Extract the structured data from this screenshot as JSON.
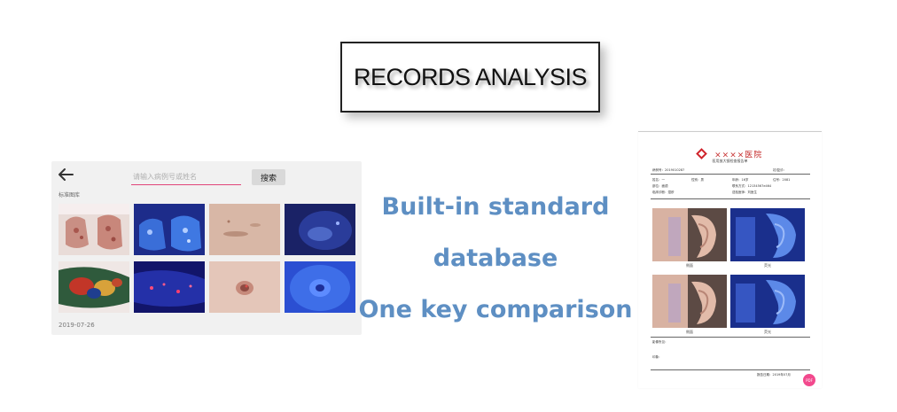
{
  "title": "RECORDS ANALYSIS",
  "app": {
    "search_placeholder": "请输入病例号或姓名",
    "search_button": "搜索",
    "library_label": "标准图库",
    "date": "2019-07-26"
  },
  "center": {
    "line1": "Built-in standard",
    "line2": "database",
    "line3": "One key comparison"
  },
  "report": {
    "hospital_name": "××××医院",
    "subtitle": "医用放大镜检查报告单",
    "fields": {
      "case_no": "病例号：",
      "case_no_value": "2019010287",
      "date_label": "初/复诊：",
      "name": "姓名：",
      "name_value": "一",
      "gender": "性别：",
      "gender_value": "男",
      "age": "年龄：",
      "age_value": "16岁",
      "number": "住号：",
      "number_value": "2081",
      "dept": "部位：",
      "dept_value": "面颈",
      "phone": "联系方式：",
      "phone_value": "12134567e464",
      "diagnosis": "临床诊断：",
      "diagnosis_value": "湿疹",
      "doctor": "送检医师：",
      "doctor_value": "刘医生",
      "findings": "影像所见：",
      "conclusion": "印象：",
      "report_date": "报告日期：",
      "report_date_value": "2019年07月"
    },
    "captions": [
      "侧面",
      "荧光",
      "侧面",
      "荧光"
    ],
    "badge": "PDF"
  },
  "colors": {
    "center_text": "#5e8fc3",
    "search_underline": "#e0457a",
    "hospital_red": "#c52b2b",
    "badge_pink": "#f2498d"
  }
}
